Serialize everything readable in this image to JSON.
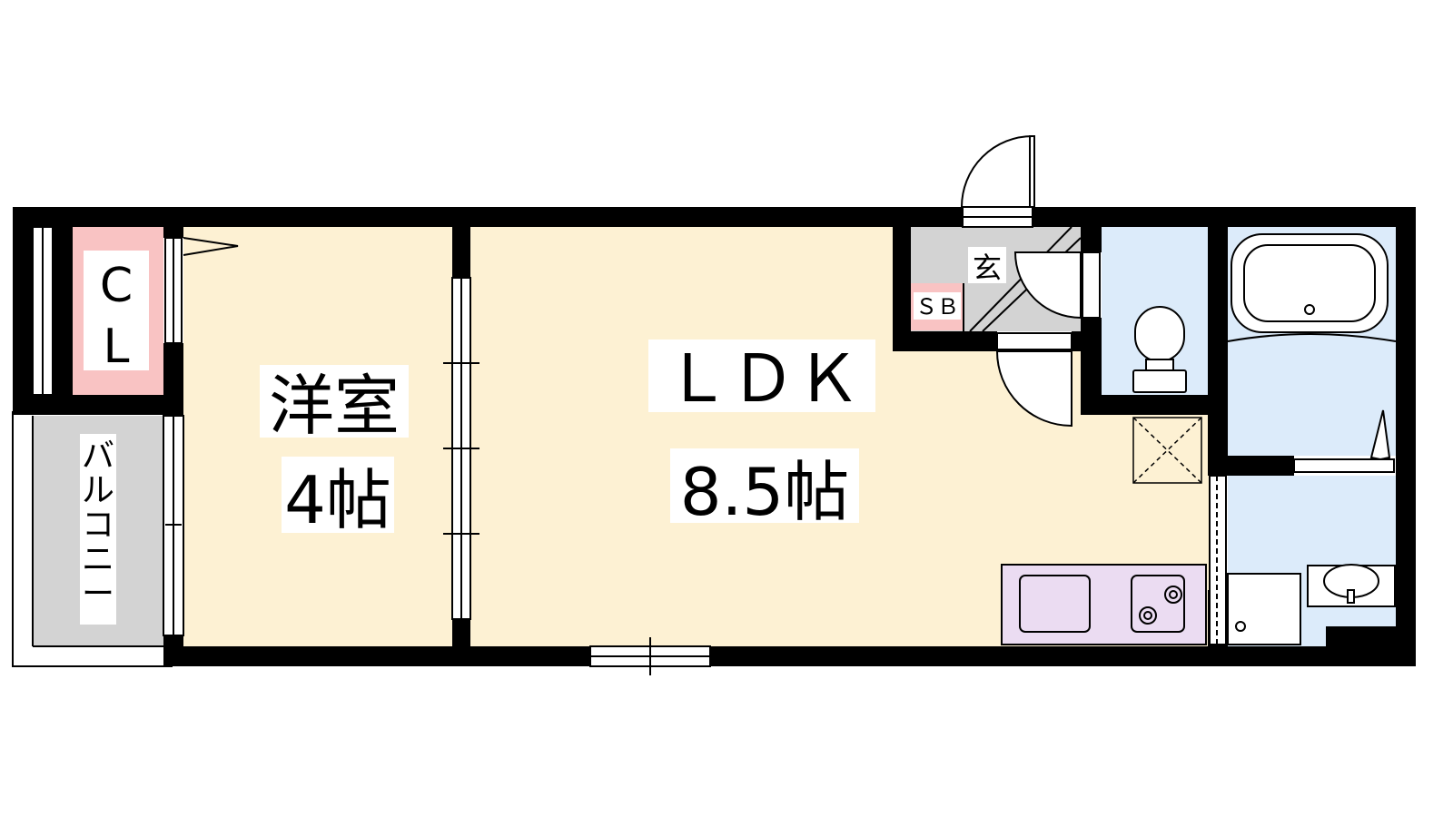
{
  "rooms": {
    "closet": {
      "line1": "C",
      "line2": "L"
    },
    "balcony": {
      "label": "バルコニー"
    },
    "western_room": {
      "name": "洋室",
      "size": "4帖"
    },
    "ldk": {
      "name": "ＬＤＫ",
      "size": "8.5帖"
    },
    "entrance": {
      "label": "玄"
    },
    "shoe_box": {
      "label": "ＳＢ"
    }
  },
  "colors": {
    "wall": "#000000",
    "room_floor": "#fdf1d3",
    "closet": "#f9c3c3",
    "balcony": "#d3d3d3",
    "entrance": "#d3d3d3",
    "wet_area": "#dcebfa",
    "kitchen": "#ebdcf2"
  }
}
